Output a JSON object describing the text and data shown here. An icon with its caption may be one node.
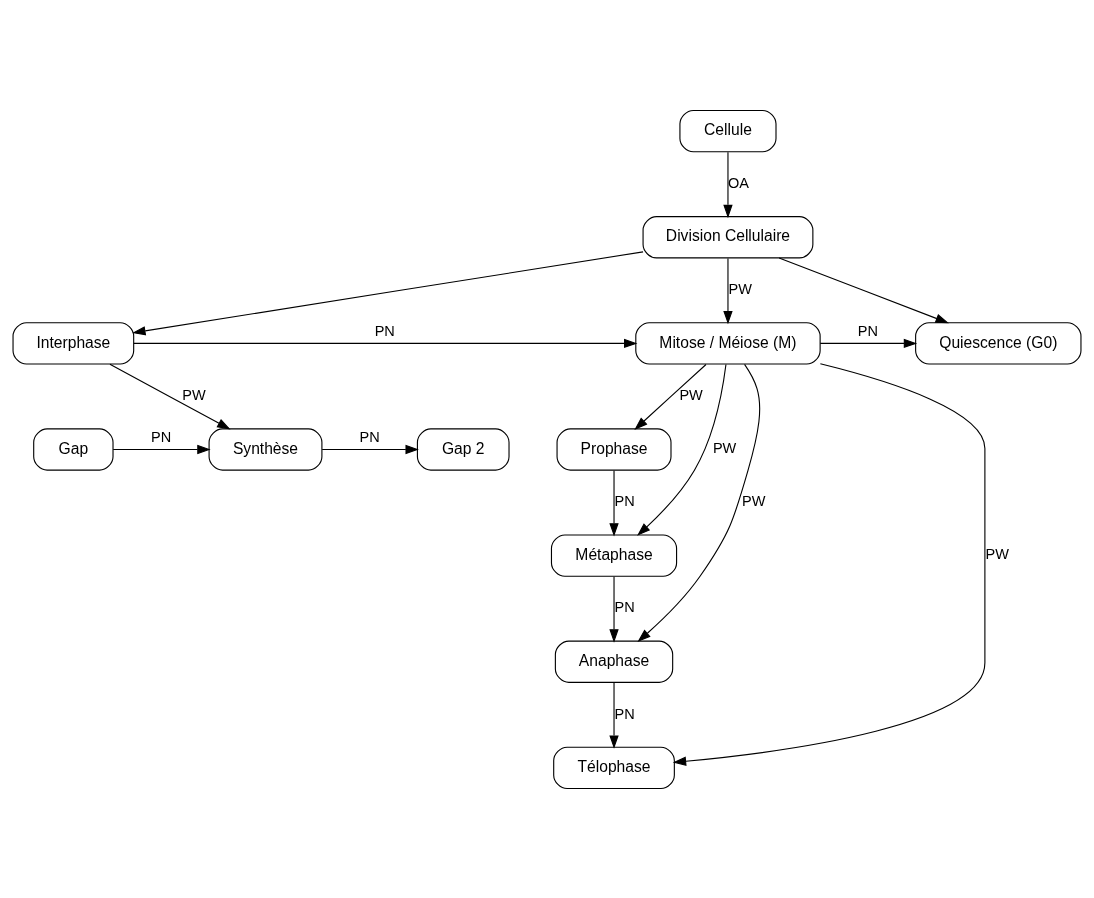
{
  "diagram": {
    "nodes": [
      {
        "text": [
          "Cellule"
        ]
      },
      {
        "text": [
          "Division Cellulaire"
        ]
      },
      {
        "text": [
          "Interphase"
        ]
      },
      {
        "text": [
          "Mitose / Méiose (M)"
        ]
      },
      {
        "text": [
          "Quiescence (G0)"
        ]
      },
      {
        "text": [
          "Gap"
        ]
      },
      {
        "text": [
          "Synthèse"
        ]
      },
      {
        "text": [
          "Gap 2"
        ]
      },
      {
        "text": [
          "Prophase"
        ]
      },
      {
        "text": [
          "Métaphase"
        ]
      },
      {
        "text": [
          "Anaphase"
        ]
      },
      {
        "text": [
          "Télophase"
        ]
      }
    ],
    "edges": [
      {
        "from": 0,
        "to": 1,
        "arrow": "to",
        "label": "OA"
      },
      {
        "from": 1,
        "to": 2,
        "arrow": "to"
      },
      {
        "from": 1,
        "to": 3,
        "arrow": "to",
        "label": "PW"
      },
      {
        "from": 1,
        "to": 4,
        "arrow": "to"
      },
      {
        "from": 2,
        "to": 3,
        "arrow": "to",
        "label": "PN"
      },
      {
        "from": 3,
        "to": 4,
        "arrow": "to",
        "label": "PN"
      },
      {
        "from": 2,
        "to": 6,
        "arrow": "to",
        "label": "PW"
      },
      {
        "from": 5,
        "to": 6,
        "arrow": "to",
        "label": "PN"
      },
      {
        "from": 6,
        "to": 7,
        "arrow": "to",
        "label": "PN"
      },
      {
        "from": 3,
        "to": 8,
        "arrow": "to",
        "label": "PW"
      },
      {
        "from": 3,
        "to": 9,
        "arrow": "to",
        "label": "PW"
      },
      {
        "from": 3,
        "to": 10,
        "arrow": "to",
        "label": "PW"
      },
      {
        "from": 3,
        "to": 11,
        "arrow": "to",
        "label": "PW"
      },
      {
        "from": 8,
        "to": 9,
        "arrow": "to",
        "label": "PN"
      },
      {
        "from": 9,
        "to": 10,
        "arrow": "to",
        "label": "PN"
      },
      {
        "from": 10,
        "to": 11,
        "arrow": "to",
        "label": "PN"
      }
    ]
  }
}
